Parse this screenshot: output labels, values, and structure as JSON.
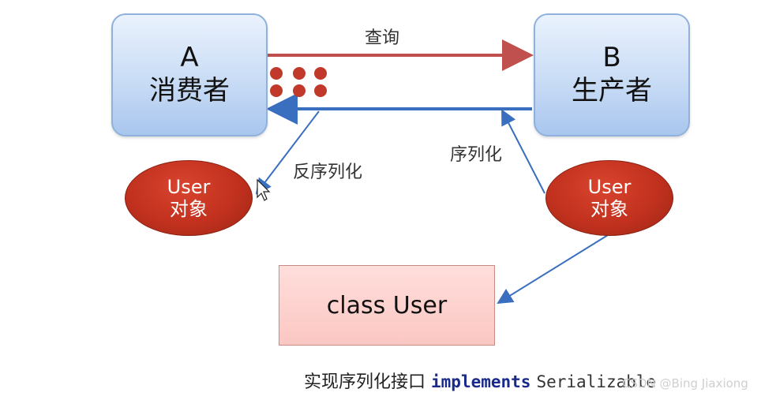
{
  "nodes": {
    "consumer": {
      "letter": "A",
      "role": "消费者"
    },
    "producer": {
      "letter": "B",
      "role": "生产者"
    },
    "user_object_left": {
      "line1": "User",
      "line2": "对象"
    },
    "user_object_right": {
      "line1": "User",
      "line2": "对象"
    },
    "class_box": {
      "label": "class User"
    }
  },
  "edges": {
    "query": {
      "label": "查询"
    },
    "deserialize": {
      "label": "反序列化"
    },
    "serialize": {
      "label": "序列化"
    }
  },
  "caption": {
    "prefix": "实现序列化接口",
    "keyword": "implements",
    "interface": "Serializable"
  },
  "watermark": "CSDN @Bing Jiaxiong",
  "colors": {
    "box_blue": "#c9dcf5",
    "ellipse_red": "#c1311e",
    "class_pink": "#fbc7c3",
    "arrow_red": "#c0504d",
    "arrow_blue": "#3a6fbf",
    "dot_red": "#c0392b"
  }
}
